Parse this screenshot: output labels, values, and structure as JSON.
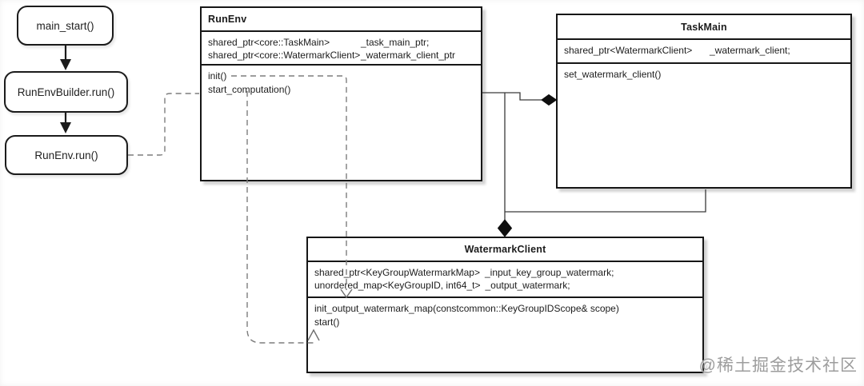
{
  "flowchart": {
    "nodes": [
      {
        "id": "main-start",
        "label": "main_start()"
      },
      {
        "id": "runenvbuilder-run",
        "label": "RunEnvBuilder.run()"
      },
      {
        "id": "runenv-run",
        "label": "RunEnv.run()"
      }
    ]
  },
  "classes": {
    "run_env": {
      "title": "RunEnv",
      "attributes": [
        {
          "type": "shared_ptr<core::TaskMain>",
          "name": "_task_main_ptr;"
        },
        {
          "type": "shared_ptr<core::WatermarkClient>",
          "name": "_watermark_client_ptr"
        }
      ],
      "methods": [
        "init()",
        "start_computation()"
      ]
    },
    "task_main": {
      "title": "TaskMain",
      "attributes": [
        {
          "type": "shared_ptr<WatermarkClient>",
          "name": "_watermark_client;"
        }
      ],
      "methods": [
        "set_watermark_client()"
      ]
    },
    "watermark_client": {
      "title": "WatermarkClient",
      "attributes": [
        {
          "type": "shared_ptr<KeyGroupWatermarkMap>",
          "name": "_input_key_group_watermark;"
        },
        {
          "type": "unordered_map<KeyGroupID, int64_t>",
          "name": "_output_watermark;"
        }
      ],
      "methods": [
        "init_output_watermark_map(constcommon::KeyGroupIDScope& scope)",
        "start()"
      ]
    }
  },
  "relationships": [
    {
      "from": "main_start()",
      "to": "RunEnvBuilder.run()",
      "style": "solid-arrow"
    },
    {
      "from": "RunEnvBuilder.run()",
      "to": "RunEnv.run()",
      "style": "solid-arrow"
    },
    {
      "from": "RunEnv.run()",
      "to": "RunEnv",
      "style": "dashed"
    },
    {
      "from": "RunEnv",
      "to": "TaskMain",
      "style": "composition-diamond"
    },
    {
      "from": "RunEnv",
      "to": "WatermarkClient",
      "style": "composition-diamond"
    },
    {
      "from": "TaskMain",
      "to": "WatermarkClient",
      "style": "composition-diamond"
    },
    {
      "from": "RunEnv.init()",
      "to": "WatermarkClient.init_output_watermark_map",
      "style": "dashed-arrow"
    },
    {
      "from": "RunEnv.start_computation()",
      "to": "WatermarkClient.start()",
      "style": "dashed-arrow"
    }
  ],
  "watermark": {
    "text": "@稀土掘金技术社区"
  },
  "colors": {
    "background": "#ffffff",
    "box_border": "#161616",
    "solid_connector": "#3a3a3a",
    "dashed_connector": "#7d7d7d",
    "diamond_fill": "#0f0f0f",
    "watermark_text": "#9d9d9d"
  }
}
